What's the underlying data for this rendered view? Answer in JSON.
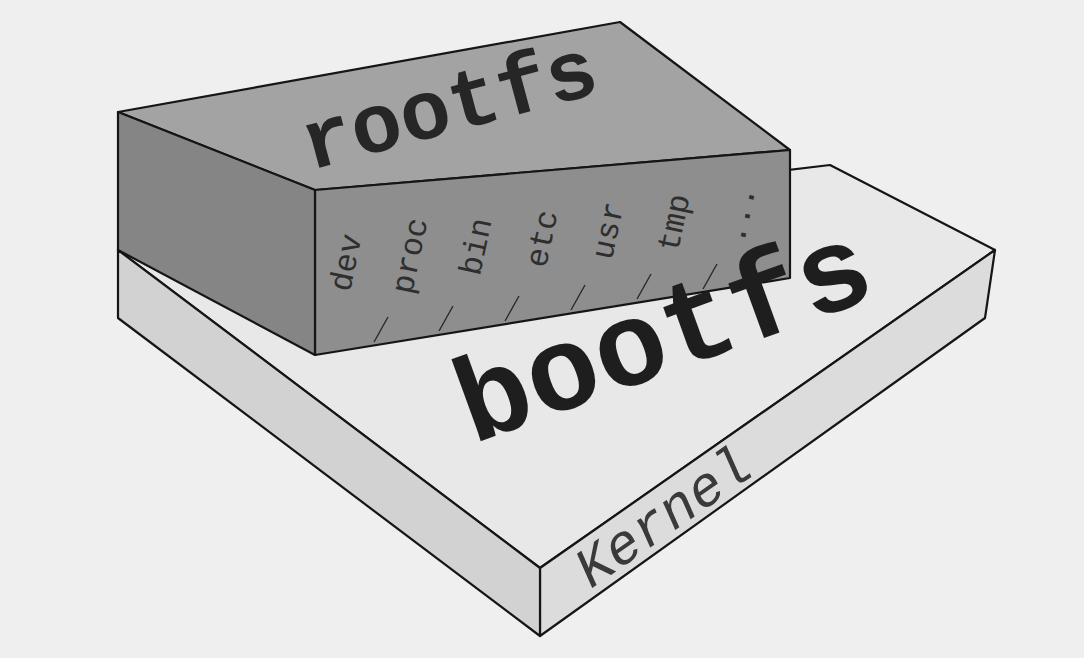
{
  "diagram": {
    "nodes": [
      {
        "text": [
          "rootfs"
        ]
      },
      {
        "text": [
          "bootfs",
          "Kernel"
        ]
      }
    ],
    "labels": [
      "dev",
      "proc",
      "bin",
      "etc",
      "usr",
      "tmp",
      "..."
    ]
  }
}
